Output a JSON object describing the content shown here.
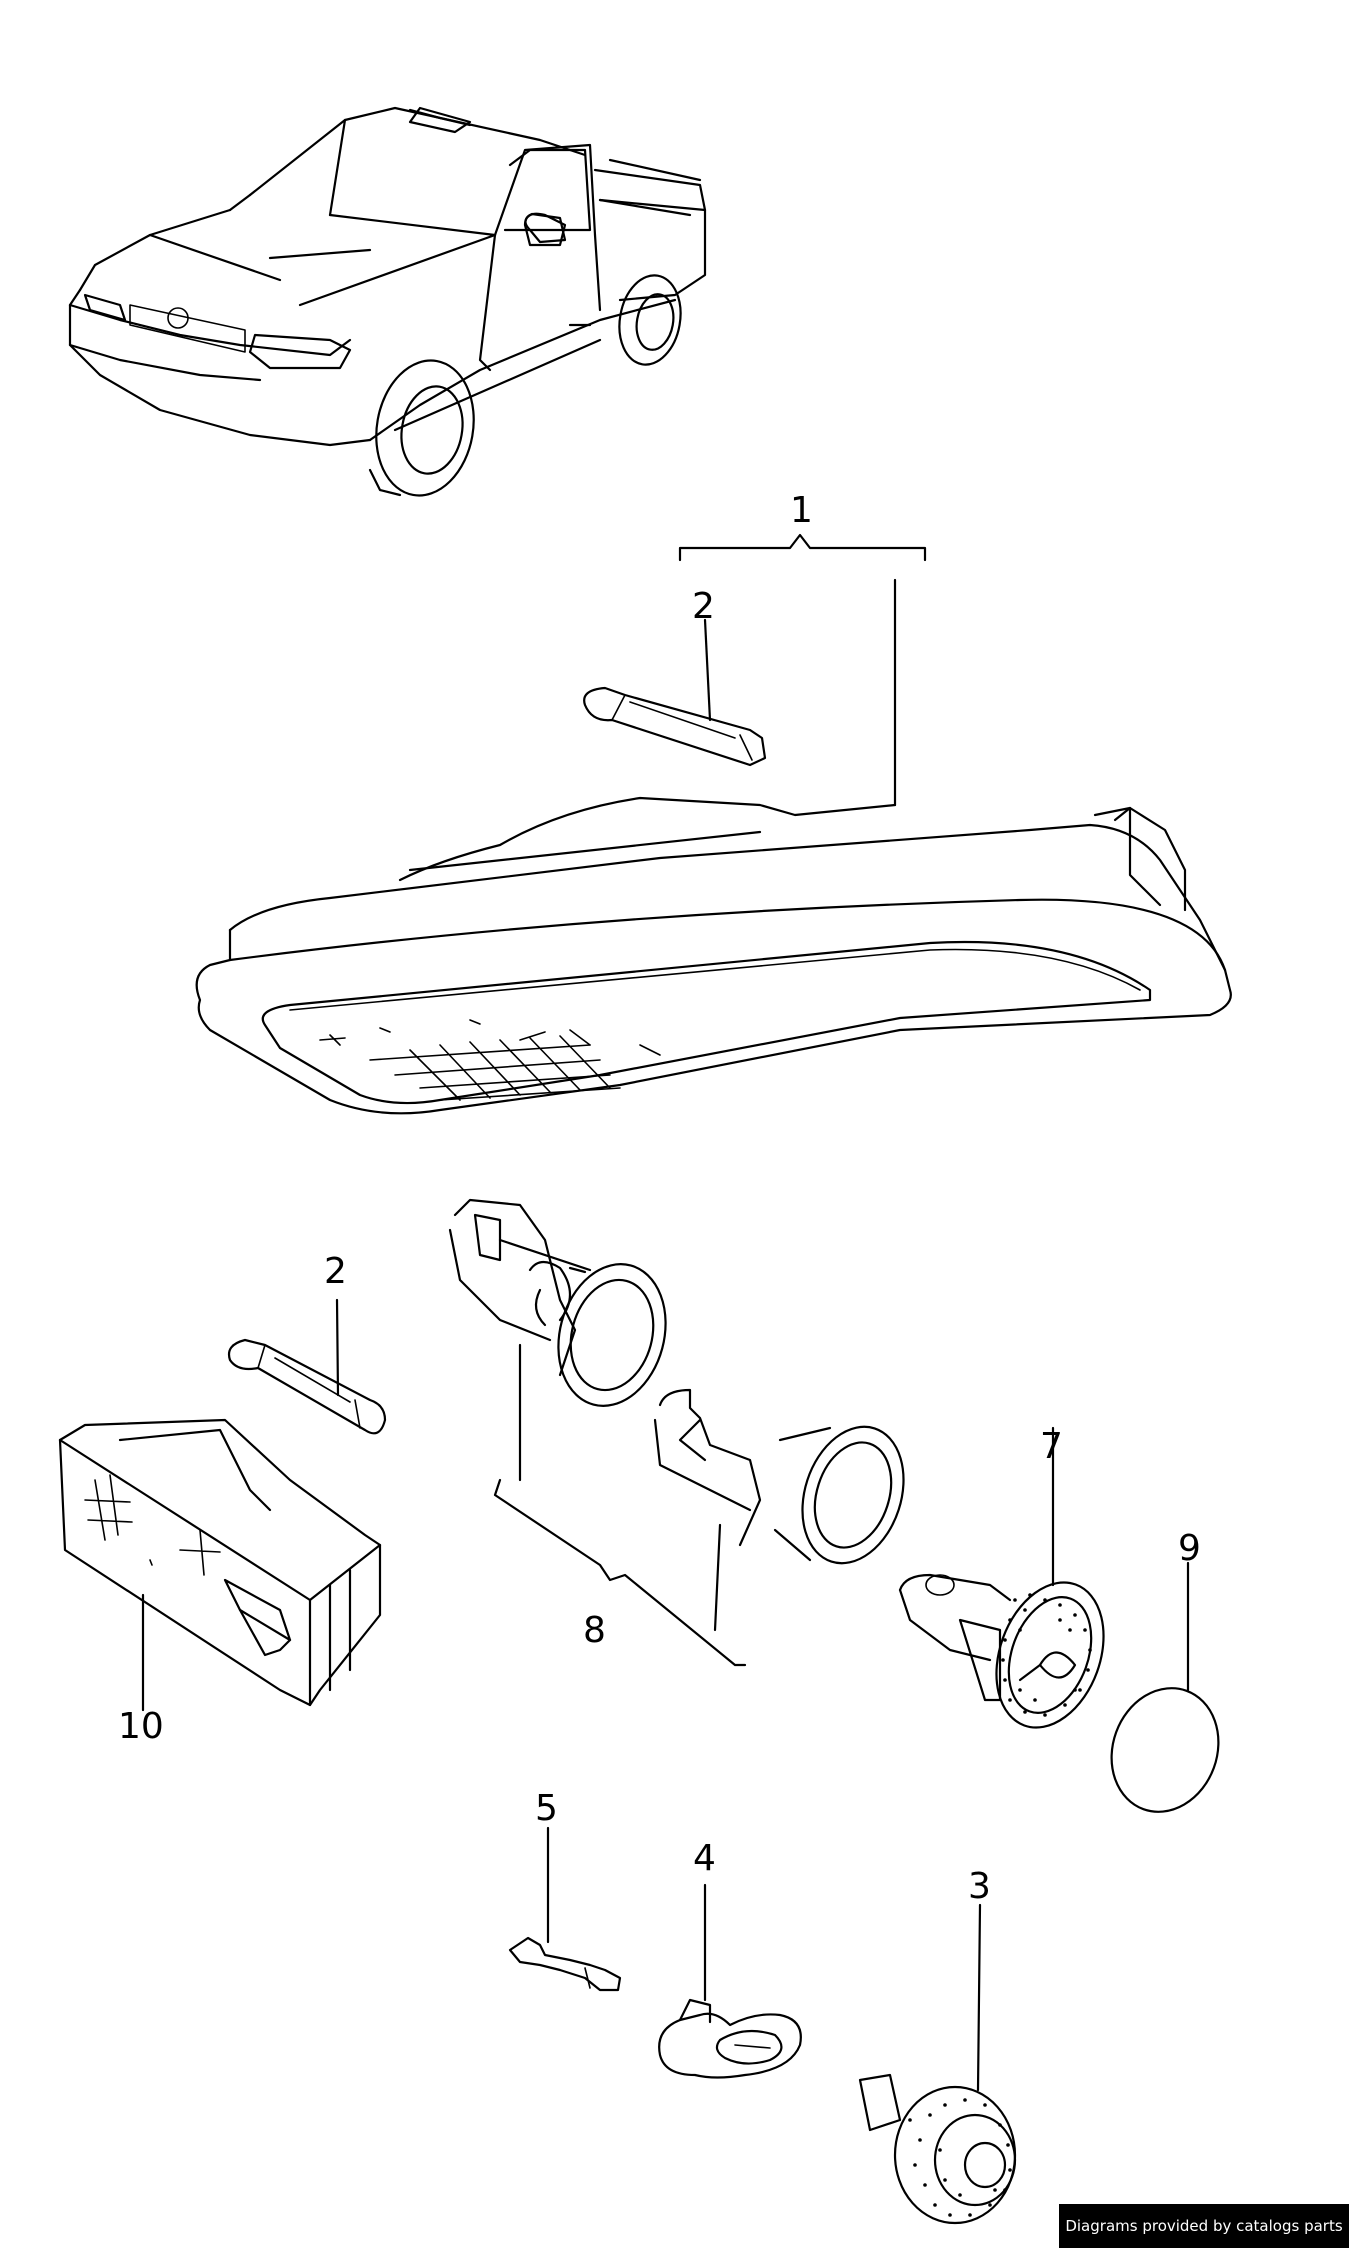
{
  "callouts": {
    "c1": "1",
    "c2a": "2",
    "c2b": "2",
    "c3": "3",
    "c4": "4",
    "c5": "5",
    "c7": "7",
    "c8": "8",
    "c9": "9",
    "c10": "10"
  },
  "footer": {
    "credit": "Diagrams provided by catalogs parts"
  },
  "colors": {
    "line": "#000000",
    "background": "#ffffff",
    "badge_bg": "#000000",
    "badge_text": "#ffffff"
  }
}
